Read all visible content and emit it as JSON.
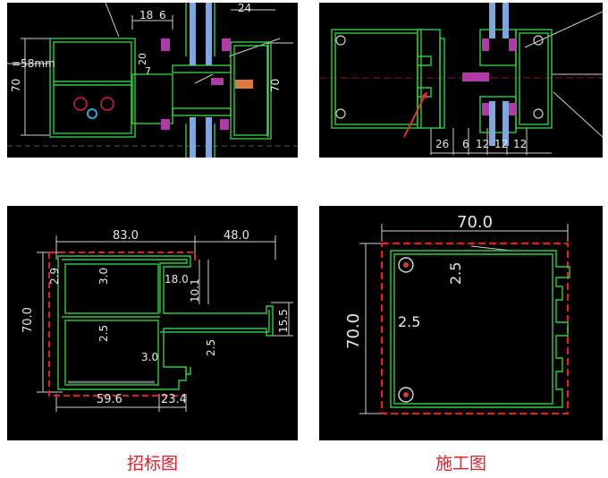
{
  "panel_tl": {
    "dims": {
      "d1": "18",
      "d2": "6",
      "d3": "24",
      "d4": "70",
      "d5": "70",
      "d6": "20",
      "d7": "7",
      "note": "=58mm"
    }
  },
  "panel_tr": {
    "dims": {
      "d1": "26",
      "d2": "6",
      "d3": "12",
      "d4": "12",
      "d5": "12"
    }
  },
  "panel_bl": {
    "dims": {
      "top_left": "83.0",
      "top_right": "48.0",
      "left_height": "70.0",
      "wall_a": "2.9",
      "wall_b": "3.0",
      "wall_c": "18.0",
      "wall_d": "10.1",
      "wall_e": "2.5",
      "wall_f": "2.5",
      "wall_g": "15.5",
      "wall_h": "3.0",
      "bottom_a": "59.6",
      "bottom_b": "23.4"
    }
  },
  "panel_br": {
    "dims": {
      "width": "70.0",
      "height": "70.0",
      "wall_top": "2.5",
      "wall_left": "2.5"
    }
  },
  "captions": {
    "left": "招标图",
    "right": "施工图"
  },
  "colors": {
    "profile": "#2ecc40",
    "dimension": "#e8e8e8",
    "dashed_outline": "#e02020",
    "caption": "#e8202a",
    "background": "#000000"
  }
}
